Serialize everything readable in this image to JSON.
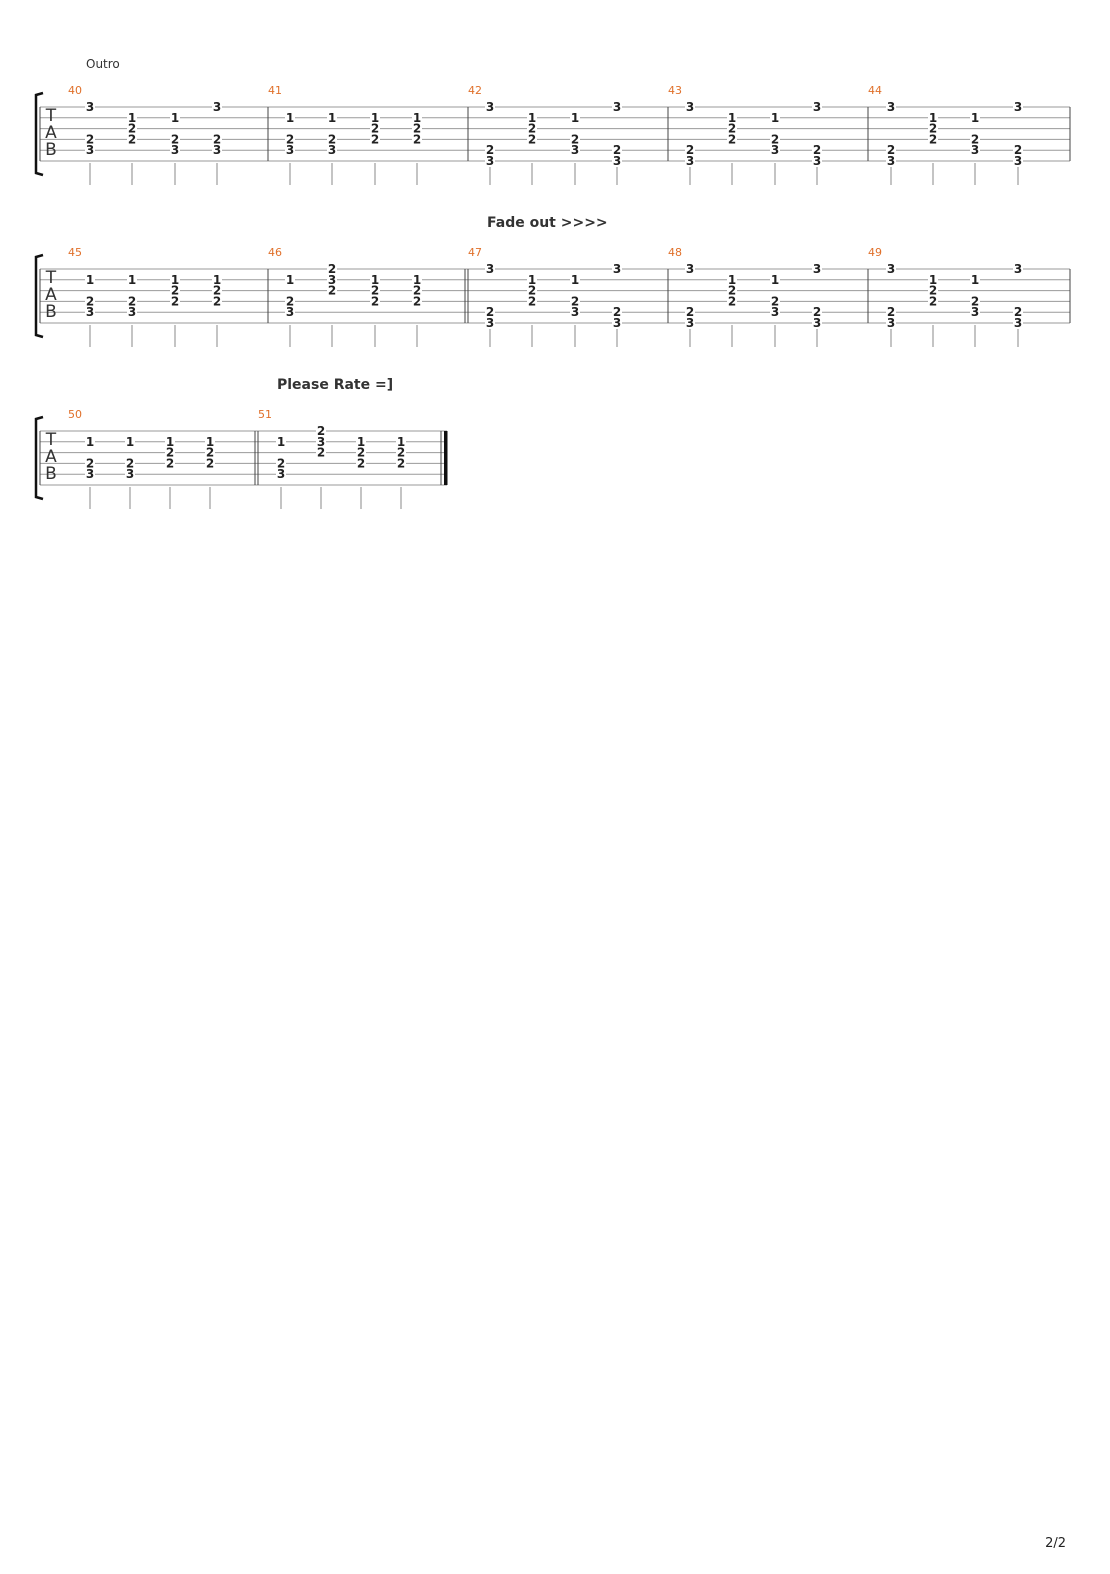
{
  "page": {
    "number_label": "2/2"
  },
  "colors": {
    "measure_number": "#e0702a",
    "text": "#222222",
    "lines": "#9a9a9a"
  },
  "tab_clef": [
    "T",
    "A",
    "B"
  ],
  "annotations": {
    "outro": "Outro",
    "fade_out": "Fade out >>>>",
    "please_rate": "Please Rate =]"
  },
  "systems": [
    {
      "measures": [
        {
          "number": "40",
          "beats": [
            {
              "1": "3",
              "4": "2",
              "5": "3"
            },
            {
              "2": "1",
              "3": "2",
              "4": "2"
            },
            {
              "2": "1",
              "4": "2",
              "5": "3"
            },
            {
              "1": "3",
              "4": "2",
              "5": "3"
            }
          ]
        },
        {
          "number": "41",
          "beats": [
            {
              "2": "1",
              "4": "2",
              "5": "3"
            },
            {
              "2": "1",
              "4": "2",
              "5": "3"
            },
            {
              "2": "1",
              "3": "2",
              "4": "2"
            },
            {
              "2": "1",
              "3": "2",
              "4": "2"
            }
          ]
        },
        {
          "number": "42",
          "beats": [
            {
              "1": "3",
              "5": "2",
              "6": "3"
            },
            {
              "2": "1",
              "3": "2",
              "4": "2"
            },
            {
              "2": "1",
              "4": "2",
              "5": "3"
            },
            {
              "1": "3",
              "5": "2",
              "6": "3"
            }
          ]
        },
        {
          "number": "43",
          "beats": [
            {
              "1": "3",
              "5": "2",
              "6": "3"
            },
            {
              "2": "1",
              "3": "2",
              "4": "2"
            },
            {
              "2": "1",
              "4": "2",
              "5": "3"
            },
            {
              "1": "3",
              "5": "2",
              "6": "3"
            }
          ]
        },
        {
          "number": "44",
          "beats": [
            {
              "1": "3",
              "5": "2",
              "6": "3"
            },
            {
              "2": "1",
              "3": "2",
              "4": "2"
            },
            {
              "2": "1",
              "4": "2",
              "5": "3"
            },
            {
              "1": "3",
              "5": "2",
              "6": "3"
            }
          ]
        }
      ]
    },
    {
      "measures": [
        {
          "number": "45",
          "beats": [
            {
              "2": "1",
              "4": "2",
              "5": "3"
            },
            {
              "2": "1",
              "4": "2",
              "5": "3"
            },
            {
              "2": "1",
              "3": "2",
              "4": "2"
            },
            {
              "2": "1",
              "3": "2",
              "4": "2"
            }
          ]
        },
        {
          "number": "46",
          "beats": [
            {
              "2": "1",
              "4": "2",
              "5": "3"
            },
            {
              "1": "2",
              "2": "3",
              "3": "2"
            },
            {
              "2": "1",
              "3": "2",
              "4": "2"
            },
            {
              "2": "1",
              "3": "2",
              "4": "2"
            }
          ]
        },
        {
          "number": "47",
          "beats": [
            {
              "1": "3",
              "5": "2",
              "6": "3"
            },
            {
              "2": "1",
              "3": "2",
              "4": "2"
            },
            {
              "2": "1",
              "4": "2",
              "5": "3"
            },
            {
              "1": "3",
              "5": "2",
              "6": "3"
            }
          ]
        },
        {
          "number": "48",
          "beats": [
            {
              "1": "3",
              "5": "2",
              "6": "3"
            },
            {
              "2": "1",
              "3": "2",
              "4": "2"
            },
            {
              "2": "1",
              "4": "2",
              "5": "3"
            },
            {
              "1": "3",
              "5": "2",
              "6": "3"
            }
          ]
        },
        {
          "number": "49",
          "beats": [
            {
              "1": "3",
              "5": "2",
              "6": "3"
            },
            {
              "2": "1",
              "3": "2",
              "4": "2"
            },
            {
              "2": "1",
              "4": "2",
              "5": "3"
            },
            {
              "1": "3",
              "5": "2",
              "6": "3"
            }
          ]
        }
      ]
    },
    {
      "measures": [
        {
          "number": "50",
          "beats": [
            {
              "2": "1",
              "4": "2",
              "5": "3"
            },
            {
              "2": "1",
              "4": "2",
              "5": "3"
            },
            {
              "2": "1",
              "3": "2",
              "4": "2"
            },
            {
              "2": "1",
              "3": "2",
              "4": "2"
            }
          ]
        },
        {
          "number": "51",
          "beats": [
            {
              "2": "1",
              "4": "2",
              "5": "3"
            },
            {
              "1": "2",
              "2": "3",
              "3": "2"
            },
            {
              "2": "1",
              "3": "2",
              "4": "2"
            },
            {
              "2": "1",
              "3": "2",
              "4": "2"
            }
          ]
        }
      ]
    }
  ]
}
